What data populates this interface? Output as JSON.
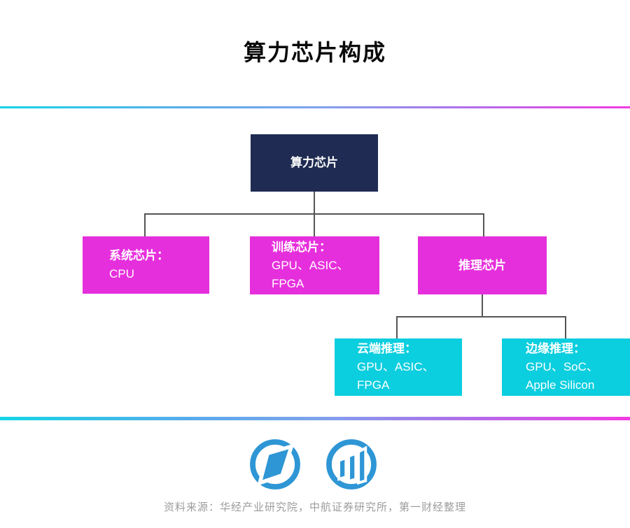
{
  "title": "算力芯片构成",
  "tree": {
    "root": {
      "label": "算力芯片"
    },
    "children": [
      {
        "title": "系统芯片：",
        "lines": [
          "CPU"
        ]
      },
      {
        "title": "训练芯片：",
        "lines": [
          "GPU、ASIC、",
          "FPGA"
        ]
      },
      {
        "title": "推理芯片",
        "lines": []
      }
    ],
    "inference_children": [
      {
        "title": "云端推理：",
        "lines": [
          "GPU、ASIC、",
          "FPGA"
        ]
      },
      {
        "title": "边缘推理：",
        "lines": [
          "GPU、SoC、",
          "Apple Silicon"
        ]
      }
    ]
  },
  "footer": {
    "source": "资料来源：华经产业研究院，中航证券研究所，第一财经整理"
  },
  "icons": {
    "logo1": "yicai-parallelogram-logo",
    "logo2": "bar-chart-circle-logo"
  },
  "colors": {
    "root_box": "#1f2b52",
    "level1_box": "#e62fdc",
    "level2_box": "#0bcedf",
    "logo_blue": "#2e96d5",
    "connector": "#555555",
    "gradient_start": "#14d5e6",
    "gradient_end": "#f23be4",
    "source_text": "#9c9c9c"
  }
}
